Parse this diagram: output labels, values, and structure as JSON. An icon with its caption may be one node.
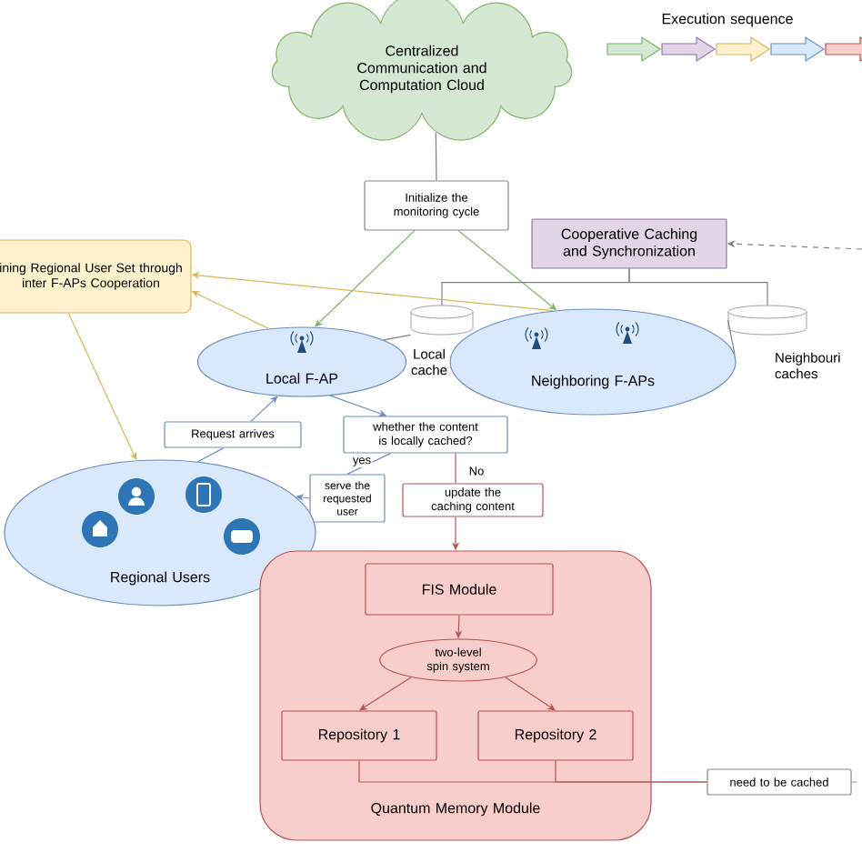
{
  "diagram": {
    "nodes": [
      {
        "text": [
          "Centralized Communication and Computation Cloud"
        ]
      },
      {
        "text": [
          "Initialize the monitoring cycle"
        ]
      },
      {
        "text": [
          "Cooperative Caching and Synchronization"
        ]
      },
      {
        "text": [
          "ining Regional User Set through inter F-APs Cooperation"
        ]
      },
      {
        "text": [
          "Local F-AP"
        ]
      },
      {
        "text": [],
        "shape": "cylinder"
      },
      {
        "text": [
          "Neighboring F-APs"
        ]
      },
      {
        "text": [],
        "shape": "cylinder"
      },
      {
        "text": [
          "Request arrives"
        ]
      },
      {
        "text": [
          "whether the content is locally cached?"
        ]
      },
      {
        "text": [
          "serve the requested user"
        ]
      },
      {
        "text": [
          "update the caching content"
        ]
      },
      {
        "text": [
          "Regional Users"
        ]
      },
      {
        "text": [
          "Quantum Memory Module"
        ]
      },
      {
        "text": [
          "FIS Module"
        ],
        "in": 13
      },
      {
        "text": [
          "two-level spin system"
        ],
        "in": 13
      },
      {
        "text": [
          "Repository 1"
        ],
        "in": 13
      },
      {
        "text": [
          "Repository 2"
        ],
        "in": 13
      },
      {
        "text": [
          "need to be cached"
        ]
      }
    ],
    "edges": [
      {
        "from": 0,
        "to": 1,
        "arrow": "none"
      },
      {
        "from": 1,
        "to": 4,
        "arrow": "to",
        "color": "#82b366"
      },
      {
        "from": 1,
        "to": 6,
        "arrow": "to",
        "color": "#82b366"
      },
      {
        "from": 2,
        "to": 5,
        "arrow": "none"
      },
      {
        "from": 2,
        "to": 7,
        "arrow": "none"
      },
      {
        "from": null,
        "to": 2,
        "arrow": "to",
        "style": "dashed"
      },
      {
        "from": 4,
        "to": 3,
        "arrow": "to",
        "color": "#d6b656"
      },
      {
        "from": 6,
        "to": 3,
        "arrow": "to",
        "color": "#d6b656"
      },
      {
        "from": 3,
        "to": 12,
        "arrow": "to",
        "color": "#d6b656"
      },
      {
        "from": 4,
        "to": 5,
        "arrow": "none"
      },
      {
        "from": 6,
        "to": 7,
        "arrow": "none"
      },
      {
        "from": 12,
        "to": 8,
        "arrow": "none",
        "color": "#6c8ebf"
      },
      {
        "from": 8,
        "to": 4,
        "arrow": "to",
        "color": "#6c8ebf"
      },
      {
        "from": 4,
        "to": 9,
        "arrow": "to",
        "color": "#6c8ebf"
      },
      {
        "from": 9,
        "to": 10,
        "arrow": "none",
        "label": "yes",
        "color": "#6c8ebf"
      },
      {
        "from": 10,
        "to": 12,
        "arrow": "to",
        "color": "#6c8ebf"
      },
      {
        "from": 9,
        "to": 11,
        "arrow": "none",
        "label": "No",
        "color": "#b85450"
      },
      {
        "from": 11,
        "to": 13,
        "arrow": "to",
        "color": "#b85450"
      },
      {
        "from": 14,
        "to": 15,
        "arrow": "to",
        "color": "#b85450"
      },
      {
        "from": 15,
        "to": 16,
        "arrow": "to",
        "color": "#b85450"
      },
      {
        "from": 15,
        "to": 17,
        "arrow": "to",
        "color": "#b85450"
      },
      {
        "from": 16,
        "to": 18,
        "arrow": "none",
        "color": "#b85450"
      },
      {
        "from": 17,
        "to": 18,
        "arrow": "none",
        "color": "#b85450"
      },
      {
        "from": 18,
        "to": null,
        "arrow": "none",
        "style": "dashed"
      }
    ],
    "labels": [
      "Execution sequence",
      "Local cache",
      "Neighbouri caches"
    ]
  }
}
